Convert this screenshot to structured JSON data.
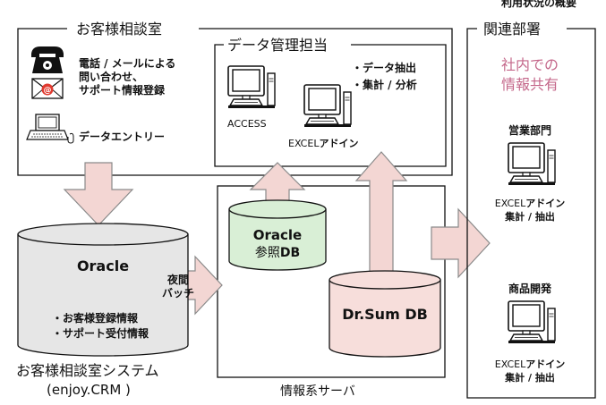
{
  "top_corner_text": "利用状況の概要",
  "customer_center": {
    "title": "お客様相談室",
    "contact_line1": "電話 / メールによる",
    "contact_line2": "問い合わせ、",
    "contact_line3": "サポート情報登録",
    "data_entry": "データエントリー"
  },
  "data_management": {
    "title": "データ管理担当",
    "task1": "・データ抽出",
    "task2": "・集計 / 分析",
    "access_label": "ACCESS",
    "excel_label_prefix": "EXCEL",
    "excel_label_suffix": "アドイン"
  },
  "crm_system": {
    "db_name": "Oracle",
    "info1": "・お客様登録情報",
    "info2": "・サポート受付情報",
    "caption_line1": "お客様相談室システム",
    "caption_line2": "(enjoy.CRM )"
  },
  "batch": {
    "line1": "夜間",
    "line2": "バッチ"
  },
  "info_server": {
    "caption": "情報系サーバ",
    "ref_db_line1": "Oracle",
    "ref_db_line2_prefix": "参照",
    "ref_db_line2_suffix": "DB",
    "drsum_db": "Dr.Sum DB"
  },
  "related_departments": {
    "title": "関連部署",
    "share_line1": "社内での",
    "share_line2": "情報共有",
    "sales": {
      "name": "営業部門",
      "tool_prefix": "EXCEL",
      "tool_suffix": "アドイン",
      "action": "集計 / 抽出"
    },
    "product_dev": {
      "name": "商品開発",
      "tool_prefix": "EXCEL",
      "tool_suffix": "アドイン",
      "action": "集計 / 抽出"
    }
  },
  "colors": {
    "arrow_fill": "#f3d6d3",
    "arrow_stroke": "#8a8a8a",
    "oracle_db_fill": "#e6e6e6",
    "ref_db_fill": "#d9efd6",
    "drsum_db_fill": "#f7dedb",
    "share_text": "#c4678a"
  }
}
